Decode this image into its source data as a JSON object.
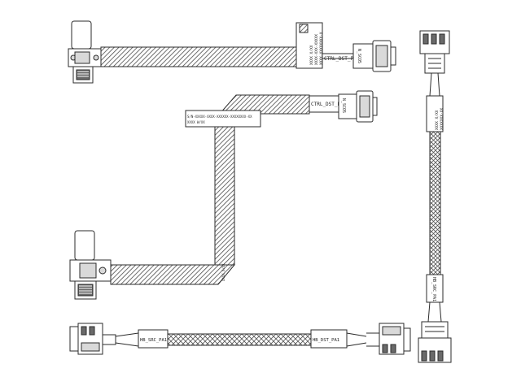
{
  "labels": {
    "ctrl_top": "CTRL_DST_PA1",
    "ctrl_mid": "CTRL_DST_PA1",
    "bottom_left": "HB_SRC_PA1",
    "bottom_right": "HB_DST_PA1",
    "right_mid": "HB_SRC_PA1",
    "id_mid": "S/N-XXXXX-XXXX-XXXXXX-XXXXXXXX-XX",
    "loc_mid": "XXXX W/XX"
  },
  "colors": {
    "line": "#2b2b2b",
    "hatch": "#555555",
    "connector_fill": "#d9d9d9"
  }
}
